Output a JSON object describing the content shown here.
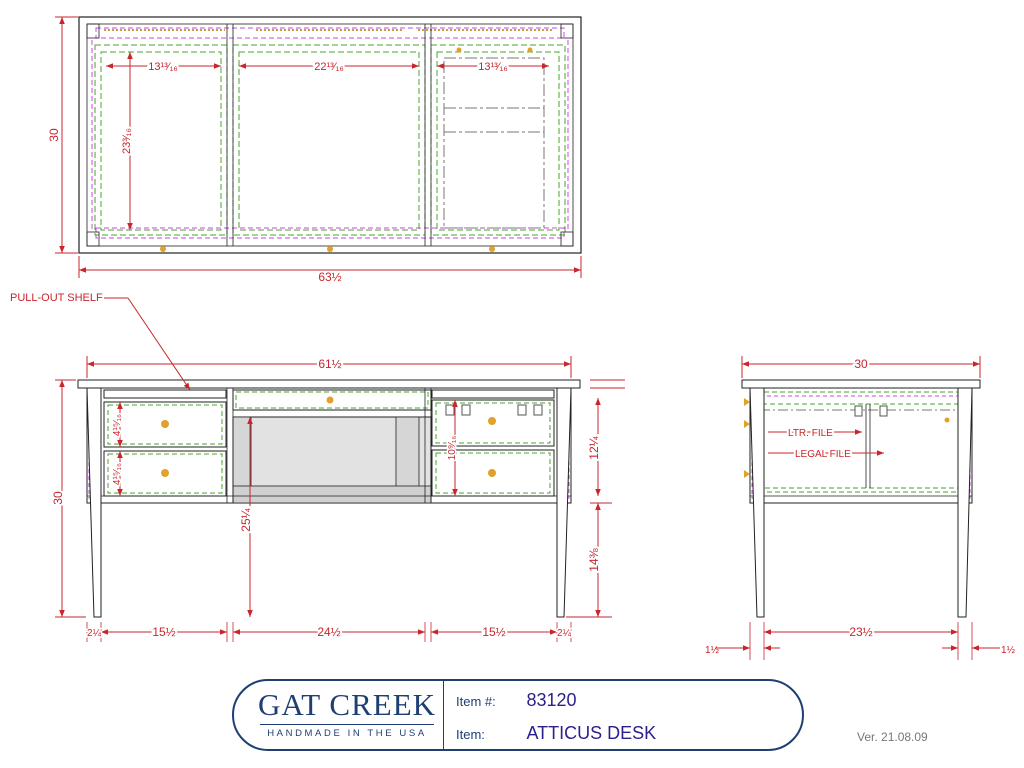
{
  "plan_view": {
    "dims": {
      "width": "63½",
      "depth": "30",
      "left_opening": "13¹³⁄₁₆",
      "center_opening": "22¹³⁄₁₆",
      "right_opening": "13¹³⁄₁₆",
      "opening_depth": "23³⁄₁₆"
    }
  },
  "front_view": {
    "callout": "PULL-OUT SHELF",
    "dims": {
      "top_width": "61½",
      "height": "30",
      "knee_height": "25¼",
      "drawer_depth": "12¼",
      "left_drawer_1": "4¹⁵⁄₁₆",
      "left_drawer_2": "4¹⁵⁄₁₆",
      "right_file_drawer": "10⁹⁄₁₆",
      "leg_height": "14⅜",
      "leg_left": "2¼",
      "left_case": "15½",
      "center": "24½",
      "right_case": "15½",
      "leg_right": "2¼"
    }
  },
  "side_view": {
    "labels": {
      "letter_file": "LTR. FILE",
      "legal_file": "LEGAL FILE"
    },
    "dims": {
      "depth": "30",
      "inner": "23½",
      "left_leg": "1½",
      "right_leg": "1½"
    }
  },
  "title_block": {
    "brand_name": "GAT CREEK",
    "brand_tagline": "HANDMADE IN THE USA",
    "item_no_label": "Item #:",
    "item_no": "83120",
    "item_label": "Item:",
    "item_name": "ATTICUS DESK"
  },
  "version": "Ver. 21.08.09",
  "colors": {
    "dimension": "#c8262c",
    "outline": "#222222",
    "hidden": "#4aa52e",
    "hardware": "#c74be0",
    "brand": "#1f3f73"
  }
}
